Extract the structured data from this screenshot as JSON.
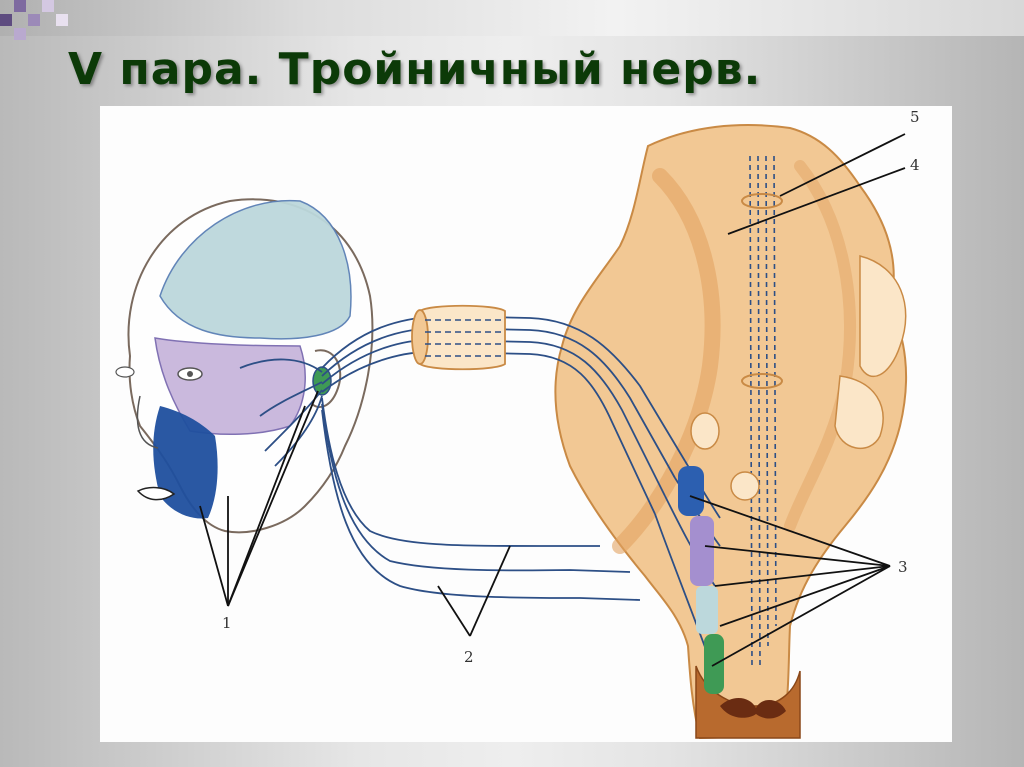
{
  "slide": {
    "title": "V пара. Тройничный нерв."
  },
  "figure": {
    "labels": [
      "1",
      "2",
      "3",
      "4",
      "5"
    ]
  },
  "colors": {
    "title": "#0c3a08",
    "nerve": "#2d4f86",
    "ophthalmic_zone": "#bcd8dc",
    "maxillary_zone": "#c8b6dc",
    "mandibular_zone": "#1f4f9e",
    "brainstem": "#f2c894",
    "brainstem_dark": "#e2a463",
    "nucleus_green": "#3f9a55",
    "nucleus_purple": "#a48fcf",
    "nucleus_blue": "#2c5fb0"
  }
}
